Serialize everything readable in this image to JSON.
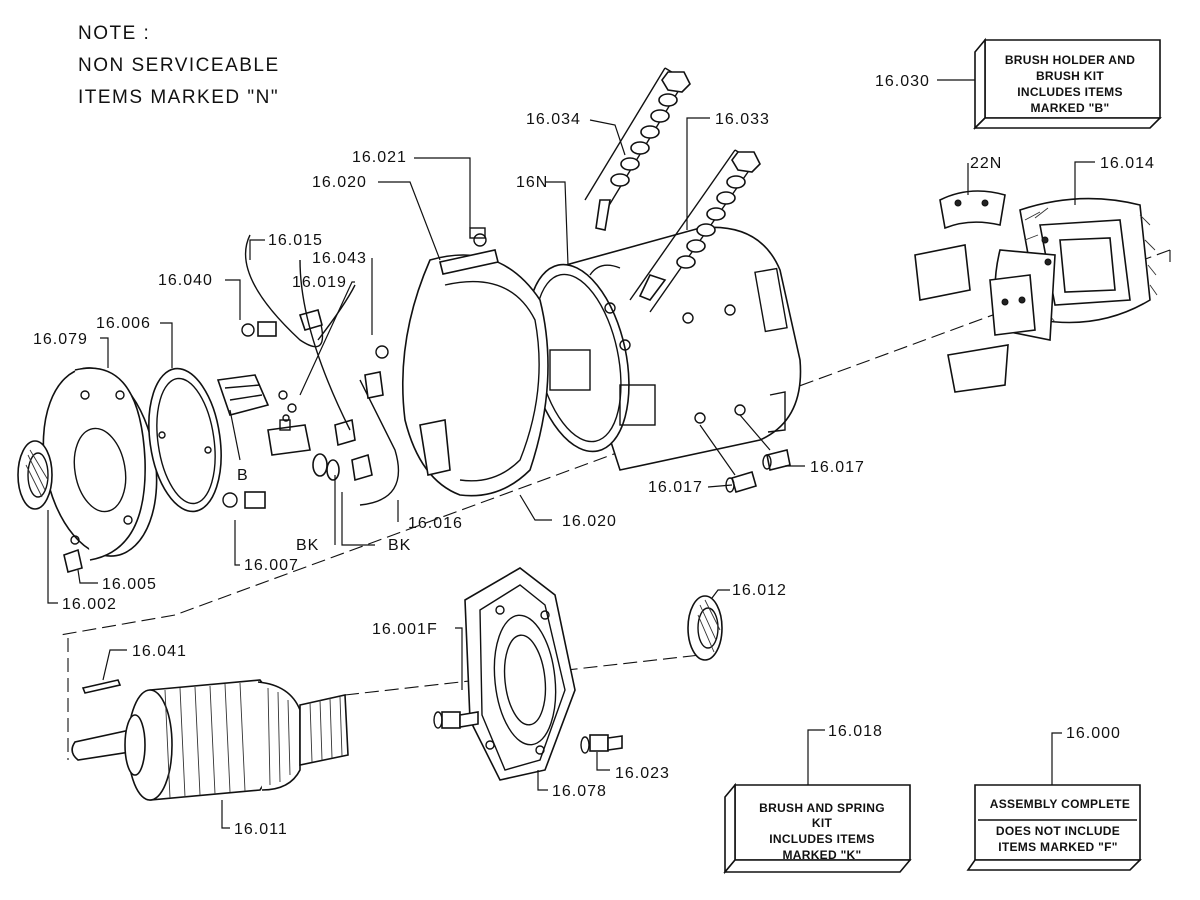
{
  "note": {
    "line1": "NOTE :",
    "line2": "NON SERVICEABLE",
    "line3": "ITEMS MARKED \"N\""
  },
  "kits": {
    "brush_holder": {
      "line1": "BRUSH HOLDER AND",
      "line2": "BRUSH KIT",
      "line3": "INCLUDES ITEMS",
      "line4": "MARKED \"B\""
    },
    "brush_spring": {
      "line1": "BRUSH AND SPRING",
      "line2": "KIT",
      "line3": "INCLUDES ITEMS",
      "line4": "MARKED \"K\""
    },
    "assembly": {
      "line1": "ASSEMBLY COMPLETE",
      "line2": "DOES NOT INCLUDE",
      "line3": "ITEMS MARKED \"F\""
    }
  },
  "labels": {
    "p16_030": "16.030",
    "p16_034": "16.034",
    "p16_033": "16.033",
    "p22n": "22N",
    "p16_014": "16.014",
    "p16_021": "16.021",
    "p16_020_top": "16.020",
    "p16n": "16N",
    "p16_015": "16.015",
    "p16_043": "16.043",
    "p16_040": "16.040",
    "p16_019": "16.019",
    "p16_006": "16.006",
    "p16_079": "16.079",
    "pb": "B",
    "p16_017_right": "16.017",
    "p16_017_left": "16.017",
    "p16_016": "16.016",
    "p16_020_bottom": "16.020",
    "pbk_left": "BK",
    "pbk_right": "BK",
    "p16_007": "16.007",
    "p16_005": "16.005",
    "p16_002": "16.002",
    "p16_012": "16.012",
    "p16_001f": "16.001F",
    "p16_041": "16.041",
    "p16_018": "16.018",
    "p16_000": "16.000",
    "p16_023": "16.023",
    "p16_078": "16.078",
    "p16_011": "16.011"
  }
}
